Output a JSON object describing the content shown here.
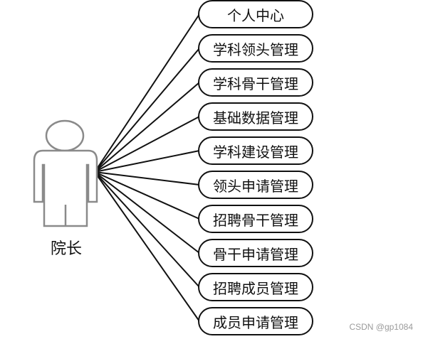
{
  "actor": {
    "label": "院长",
    "icon": "person-icon"
  },
  "use_cases": [
    {
      "label": "个人中心"
    },
    {
      "label": "学科领头管理"
    },
    {
      "label": "学科骨干管理"
    },
    {
      "label": "基础数据管理"
    },
    {
      "label": "学科建设管理"
    },
    {
      "label": "领头申请管理"
    },
    {
      "label": "招聘骨干管理"
    },
    {
      "label": "骨干申请管理"
    },
    {
      "label": "招聘成员管理"
    },
    {
      "label": "成员申请管理"
    }
  ],
  "watermark": "CSDN @gp1084"
}
